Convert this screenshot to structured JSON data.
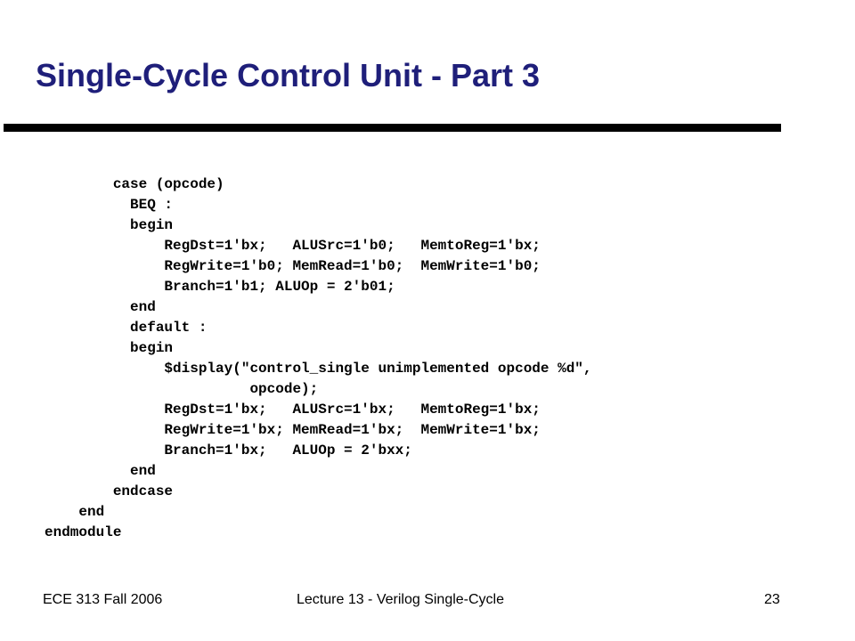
{
  "slide": {
    "title": "Single-Cycle Control Unit - Part 3"
  },
  "code": {
    "lines": [
      "        case (opcode)",
      "          BEQ :",
      "          begin",
      "              RegDst=1'bx;   ALUSrc=1'b0;   MemtoReg=1'bx;",
      "              RegWrite=1'b0; MemRead=1'b0;  MemWrite=1'b0;",
      "              Branch=1'b1; ALUOp = 2'b01;",
      "          end",
      "          default :",
      "          begin",
      "              $display(\"control_single unimplemented opcode %d\",",
      "                        opcode);",
      "              RegDst=1'bx;   ALUSrc=1'bx;   MemtoReg=1'bx;",
      "              RegWrite=1'bx; MemRead=1'bx;  MemWrite=1'bx;",
      "              Branch=1'bx;   ALUOp = 2'bxx;",
      "          end",
      "        endcase",
      "    end",
      "endmodule"
    ]
  },
  "footer": {
    "course": "ECE 313 Fall 2006",
    "lecture": "Lecture 13 - Verilog Single-Cycle",
    "page_number": "23"
  },
  "colors": {
    "title": "#1f1f7a",
    "rule": "#000000",
    "background": "#ffffff"
  }
}
